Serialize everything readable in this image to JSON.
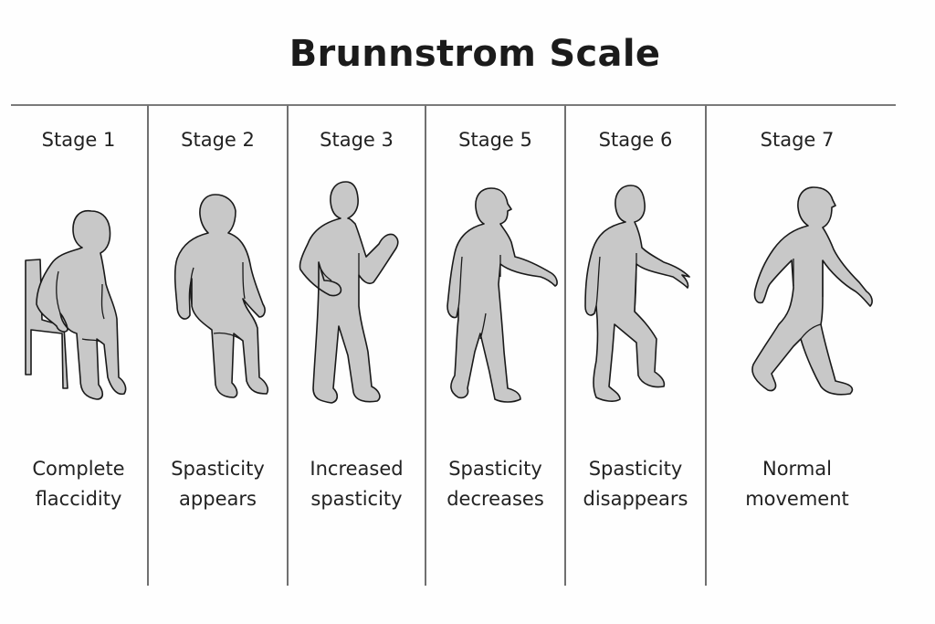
{
  "title": "Brunnstrom Scale",
  "colors": {
    "figure_fill": "#c8c8c8",
    "outline": "#1a1a1a",
    "divider": "#707070",
    "background": "#fefefe"
  },
  "stages": [
    {
      "label": "Stage 1",
      "description_line1": "Complete",
      "description_line2": "flaccidity",
      "pose": "seated-on-chair-slumped"
    },
    {
      "label": "Stage 2",
      "description_line1": "Spasticity",
      "description_line2": "appears",
      "pose": "seated-no-chair"
    },
    {
      "label": "Stage 3",
      "description_line1": "Increased",
      "description_line2": "spasticity",
      "pose": "standing-flexed-arm"
    },
    {
      "label": "Stage 5",
      "description_line1": "Spasticity",
      "description_line2": "decreases",
      "pose": "standing-reaching"
    },
    {
      "label": "Stage 6",
      "description_line1": "Spasticity",
      "description_line2": "disappears",
      "pose": "stepping"
    },
    {
      "label": "Stage 7",
      "description_line1": "Normal",
      "description_line2": "movement",
      "pose": "walking"
    }
  ]
}
